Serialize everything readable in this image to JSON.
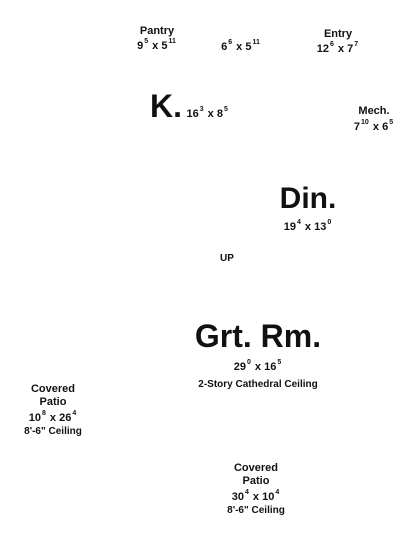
{
  "rooms": {
    "pantry": {
      "label": "Pantry",
      "w": "9",
      "w_in": "5",
      "sep": " x ",
      "h": "5",
      "h_in": "11"
    },
    "closet": {
      "w": "6",
      "w_in": "6",
      "sep": " x ",
      "h": "5",
      "h_in": "11"
    },
    "entry": {
      "label": "Entry",
      "w": "12",
      "w_in": "6",
      "sep": " x ",
      "h": "7",
      "h_in": "7"
    },
    "kitchen": {
      "label": "K.",
      "w": "16",
      "w_in": "3",
      "sep": " x ",
      "h": "8",
      "h_in": "5"
    },
    "mech": {
      "label": "Mech.",
      "w": "7",
      "w_in": "10",
      "sep": " x ",
      "h": "6",
      "h_in": "5"
    },
    "dining": {
      "label": "Din.",
      "w": "19",
      "w_in": "4",
      "sep": " x ",
      "h": "13",
      "h_in": "0"
    },
    "stair": {
      "label": "UP"
    },
    "great_room": {
      "label": "Grt. Rm.",
      "w": "29",
      "w_in": "0",
      "sep": " x ",
      "h": "16",
      "h_in": "5",
      "note": "2-Story Cathedral Ceiling"
    },
    "patio_left": {
      "label_1": "Covered",
      "label_2": "Patio",
      "w": "10",
      "w_in": "8",
      "sep": " x ",
      "h": "26",
      "h_in": "4",
      "note": "8'-6\" Ceiling"
    },
    "patio_bottom": {
      "label_1": "Covered",
      "label_2": "Patio",
      "w": "30",
      "w_in": "4",
      "sep": " x ",
      "h": "10",
      "h_in": "4",
      "note": "8'-6\" Ceiling"
    }
  }
}
